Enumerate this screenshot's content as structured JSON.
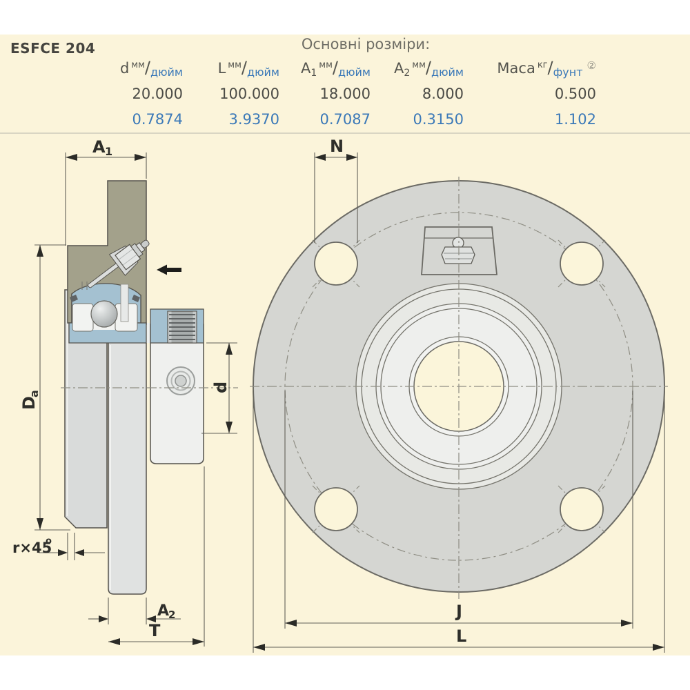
{
  "colors": {
    "accent_blue": "#3b79b8",
    "cream_background": "#fbf4da",
    "olive_section": "#a3a18b",
    "steel_blue": "#a4c1d1",
    "flange_gray": "#d5d6d2",
    "text_dark": "#4b4b46"
  },
  "part_number": "ESFCE 204",
  "table": {
    "title": "Основні розміри:",
    "slash": "/",
    "columns": [
      {
        "sym": "d",
        "sub": "",
        "top": "мм",
        "bot": "дюйм"
      },
      {
        "sym": "L",
        "sub": "",
        "top": "мм",
        "bot": "дюйм"
      },
      {
        "sym": "A",
        "sub": "1",
        "top": "мм",
        "bot": "дюйм"
      },
      {
        "sym": "A",
        "sub": "2",
        "top": "мм",
        "bot": "дюйм"
      },
      {
        "sym": "Маса",
        "sub": "",
        "top": "кг",
        "bot": "фунт",
        "note": "②"
      }
    ],
    "values_mm": [
      "20.000",
      "100.000",
      "18.000",
      "8.000",
      "0.500"
    ],
    "values_inch": [
      "0.7874",
      "3.9370",
      "0.7087",
      "0.3150",
      "1.102"
    ]
  },
  "drawing": {
    "labels": {
      "a1": {
        "main": "A",
        "sub": "1"
      },
      "da": {
        "main": "D",
        "sub": "a"
      },
      "r45": {
        "main": "r×45",
        "sup": "o"
      },
      "a2": {
        "main": "A",
        "sub": "2"
      },
      "t": "T",
      "d": "d",
      "n": "N",
      "j": "J",
      "l": "L"
    }
  }
}
